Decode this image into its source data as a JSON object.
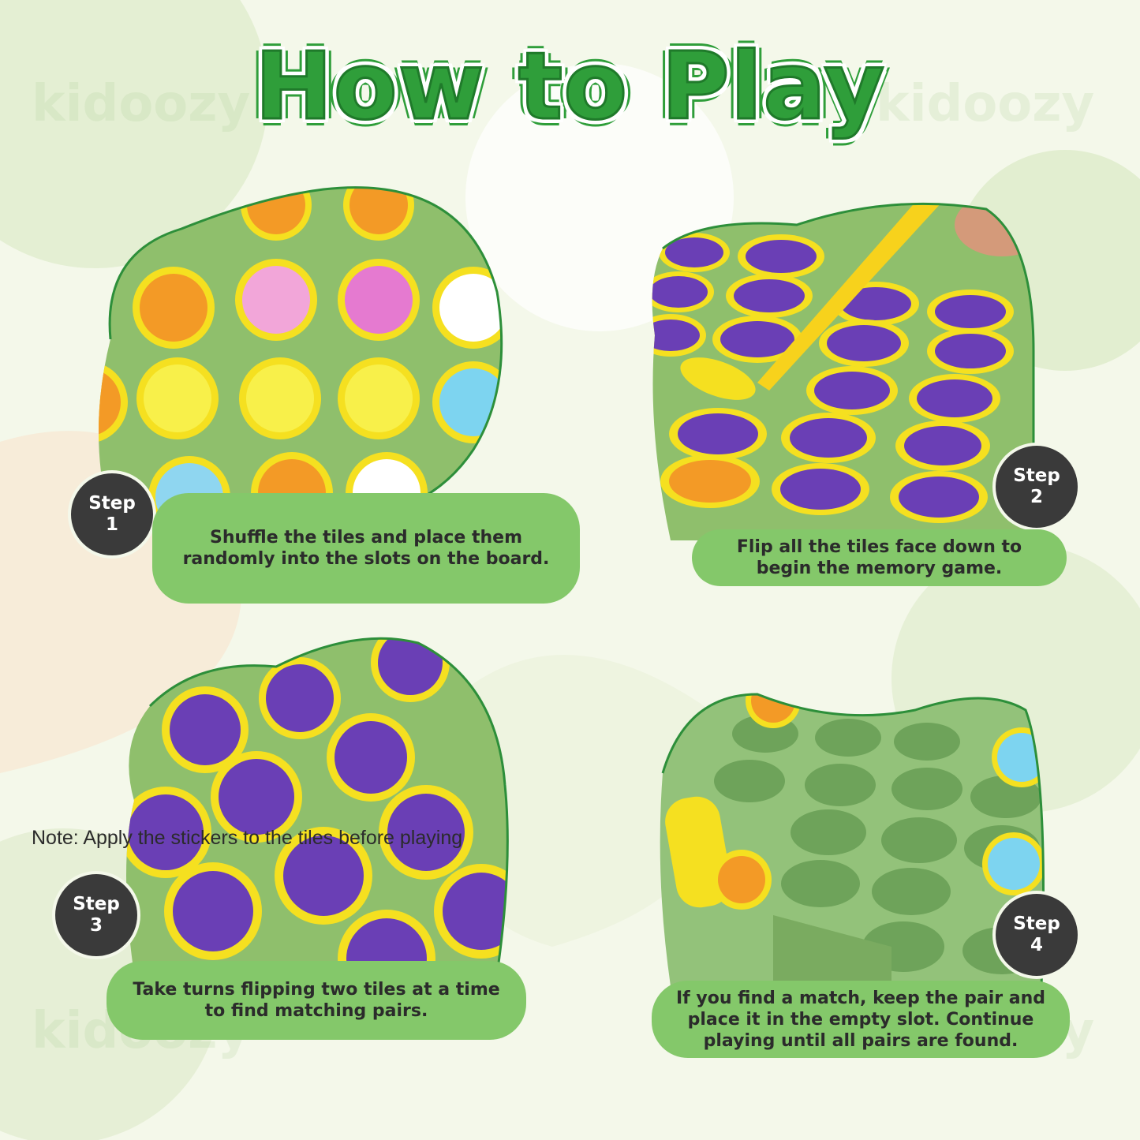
{
  "title": "How to Play",
  "watermark": "kidoozy",
  "note": "Note: Apply the stickers to the tiles before playing",
  "colors": {
    "board_green": "#8fbf6c",
    "caption_green": "#84c86a",
    "title_green": "#2f9e3a",
    "badge_dark": "#3a3a3a",
    "tile_yellow": "#f5e020",
    "tile_purple": "#6a3fb5"
  },
  "steps": [
    {
      "badge_word": "Step",
      "badge_number": "1",
      "caption": "Shuffle the tiles and place them randomly into the slots on the board."
    },
    {
      "badge_word": "Step",
      "badge_number": "2",
      "caption": "Flip all the tiles face down to begin the memory game."
    },
    {
      "badge_word": "Step",
      "badge_number": "3",
      "caption": "Take turns flipping two tiles at a time to find matching pairs."
    },
    {
      "badge_word": "Step",
      "badge_number": "4",
      "caption": "If you find a match, keep the pair and place it in the empty slot. Continue playing until all pairs are found."
    }
  ]
}
